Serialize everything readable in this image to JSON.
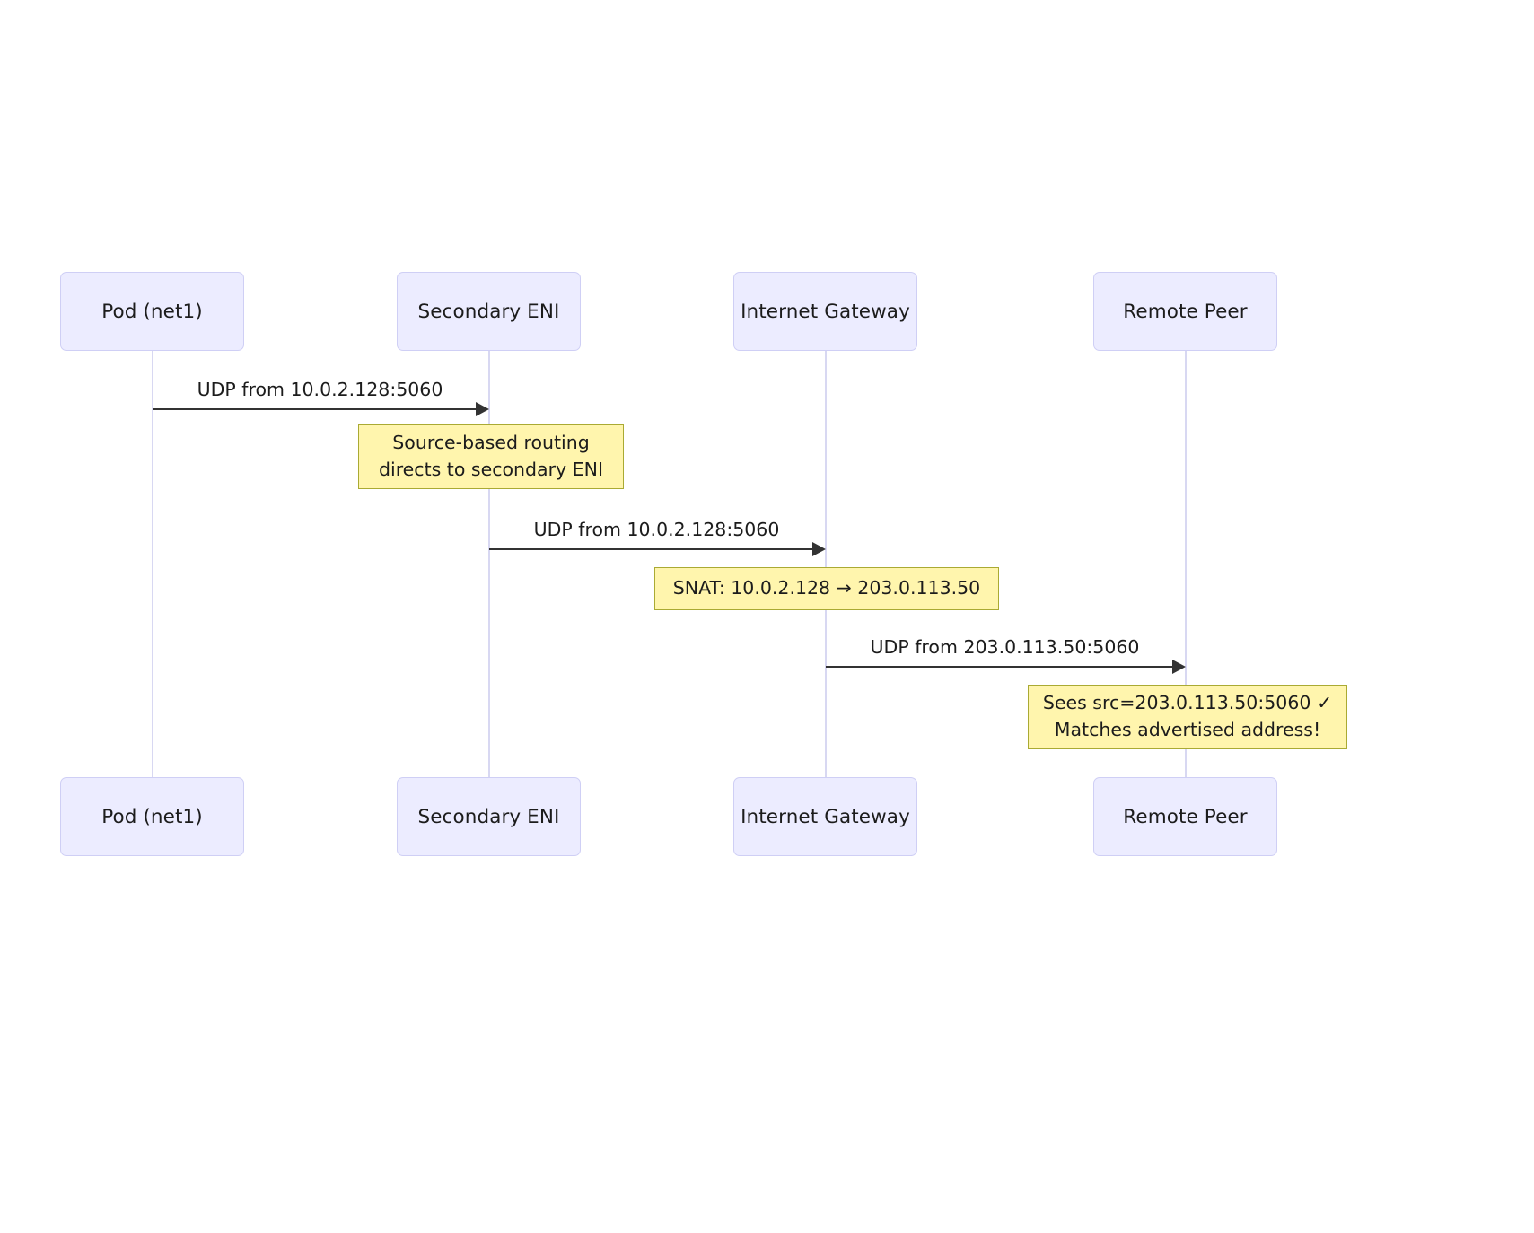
{
  "diagram": {
    "type": "sequence-diagram",
    "title": "",
    "background_color": "#ffffff",
    "participant_fill": "#ECECFF",
    "participant_border": "#CFCFF5",
    "note_fill": "#FFF5AD",
    "note_border": "#AAAA33",
    "arrow_color": "#333333",
    "lifeline_color": "#D8D8F2"
  },
  "participants": [
    {
      "id": "pod",
      "label": "Pod (net1)"
    },
    {
      "id": "eni",
      "label": "Secondary ENI"
    },
    {
      "id": "igw",
      "label": "Internet Gateway"
    },
    {
      "id": "peer",
      "label": "Remote Peer"
    }
  ],
  "participants_bottom": [
    {
      "id": "pod-b",
      "label": "Pod (net1)"
    },
    {
      "id": "eni-b",
      "label": "Secondary ENI"
    },
    {
      "id": "igw-b",
      "label": "Internet Gateway"
    },
    {
      "id": "peer-b",
      "label": "Remote Peer"
    }
  ],
  "messages": [
    {
      "id": "m1",
      "from": "pod",
      "to": "eni",
      "label": "UDP from 10.0.2.128:5060"
    },
    {
      "id": "m2",
      "from": "eni",
      "to": "igw",
      "label": "UDP from 10.0.2.128:5060"
    },
    {
      "id": "m3",
      "from": "igw",
      "to": "peer",
      "label": "UDP from 203.0.113.50:5060"
    }
  ],
  "notes": [
    {
      "id": "n1",
      "over": "eni",
      "line1": "Source-based routing",
      "line2": "directs to secondary ENI"
    },
    {
      "id": "n2",
      "over": "igw",
      "line1": "SNAT: 10.0.2.128 → 203.0.113.50",
      "line2": ""
    },
    {
      "id": "n3",
      "over": "peer",
      "line1": "Sees src=203.0.113.50:5060 ✓",
      "line2": "Matches advertised address!"
    }
  ]
}
